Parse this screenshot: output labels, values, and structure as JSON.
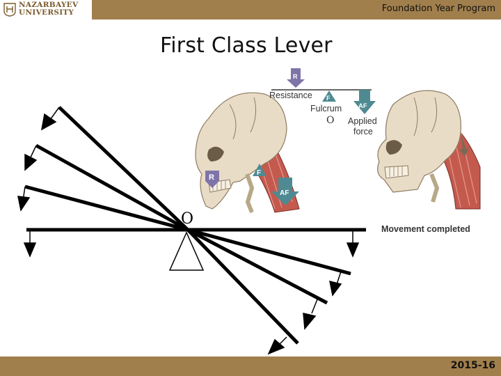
{
  "header": {
    "logo_line1": "NAZARBAYEV",
    "logo_line2": "UNIVERSITY",
    "program": "Foundation Year Program"
  },
  "slide": {
    "title": "First Class Lever",
    "fulcrum_mark": "O"
  },
  "illustration": {
    "resistance_label": "Resistance",
    "fulcrum_label": "Fulcrum",
    "fulcrum_symbol": "O",
    "applied_label_1": "Applied",
    "applied_label_2": "force",
    "r_badge": "R",
    "f_badge": "F",
    "af_badge": "AF",
    "movement_label": "Movement completed"
  },
  "footer": {
    "year": "2015-16"
  },
  "colors": {
    "bar": "#a17f4c",
    "badge_teal": "#4f8a92",
    "badge_purple": "#7f74a8",
    "bone": "#e9dcc6",
    "muscle": "#c45a4e"
  }
}
